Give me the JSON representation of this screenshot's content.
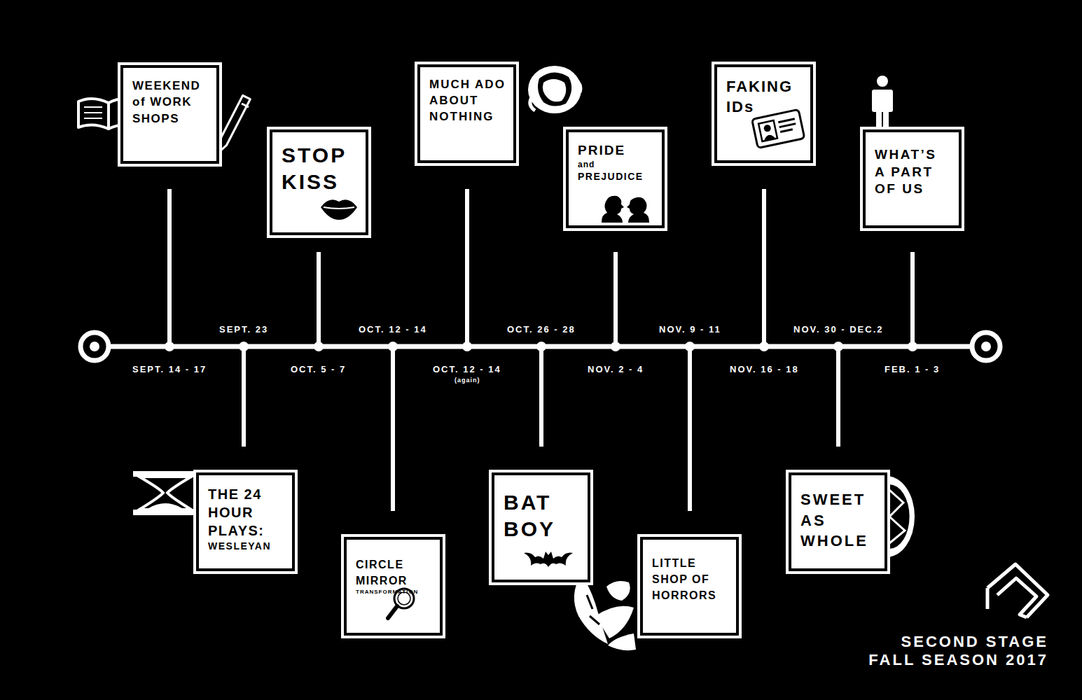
{
  "diagram": {
    "nodes": [
      {
        "text": [
          "WEEKEND of WORK SHOPS"
        ]
      },
      {
        "text": [
          "THE 24 HOUR PLAYS:",
          "WESLEYAN"
        ]
      },
      {
        "text": [
          "STOP KISS"
        ]
      },
      {
        "text": [
          "CIRCLE MIRROR",
          "TRANSFORMATION"
        ]
      },
      {
        "text": [
          "MUCH ADO ABOUT NOTHING"
        ]
      },
      {
        "text": [
          "BAT BOY"
        ]
      },
      {
        "text": [
          "PRIDE",
          "and",
          "PREJUDICE"
        ]
      },
      {
        "text": [
          "LITTLE SHOP OF HORRORS"
        ]
      },
      {
        "text": [
          "FAKING IDs"
        ]
      },
      {
        "text": [
          "SWEET AS WHOLE"
        ]
      },
      {
        "text": [
          "WHAT’S A PART OF US"
        ]
      }
    ],
    "labels": [
      "SEPT. 14 - 17",
      "SEPT. 23",
      "OCT. 5 - 7",
      "OCT. 12 - 14",
      "OCT. 12 - 14",
      "(again)",
      "OCT. 26 - 28",
      "NOV. 2 - 4",
      "NOV. 9 - 11",
      "NOV. 16 - 18",
      "NOV. 30 - DEC.2",
      "FEB. 1 - 3",
      "SECOND STAGE",
      "FALL SEASON 2017"
    ]
  }
}
